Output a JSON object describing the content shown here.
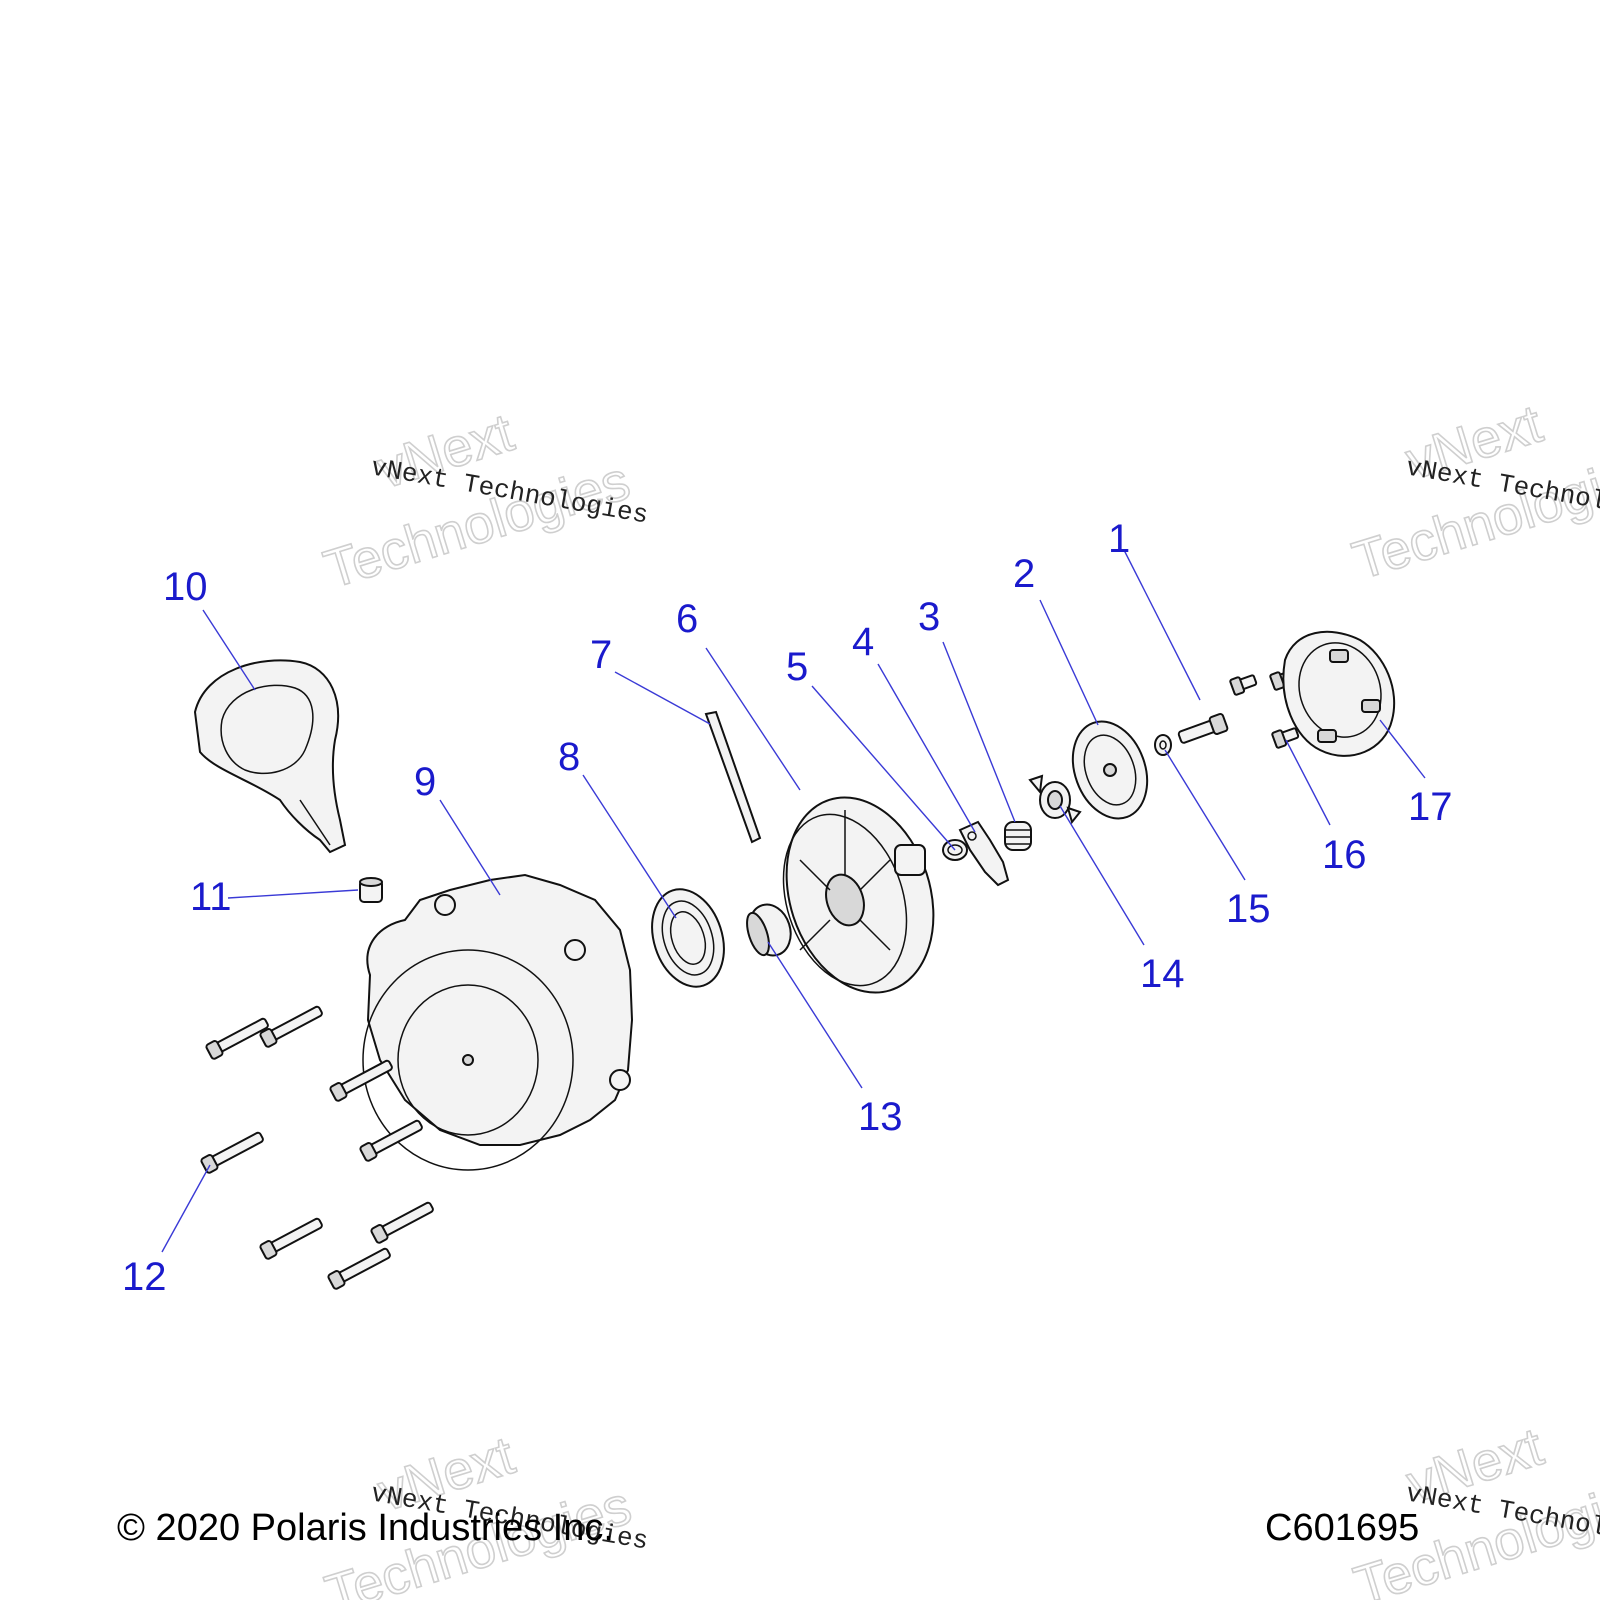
{
  "diagram": {
    "callouts": [
      "1",
      "2",
      "3",
      "4",
      "5",
      "6",
      "7",
      "8",
      "9",
      "10",
      "11",
      "12",
      "13",
      "14",
      "15",
      "16",
      "17"
    ]
  },
  "watermark": {
    "text_line1": "vNext",
    "text_line2": "Technologies",
    "text_full": "vNext Technologies"
  },
  "footer": {
    "copyright": "© 2020 Polaris Industries Inc.",
    "figure_id": "C601695"
  },
  "colors": {
    "callout": "#1a1acc",
    "line_art": "#111111"
  }
}
